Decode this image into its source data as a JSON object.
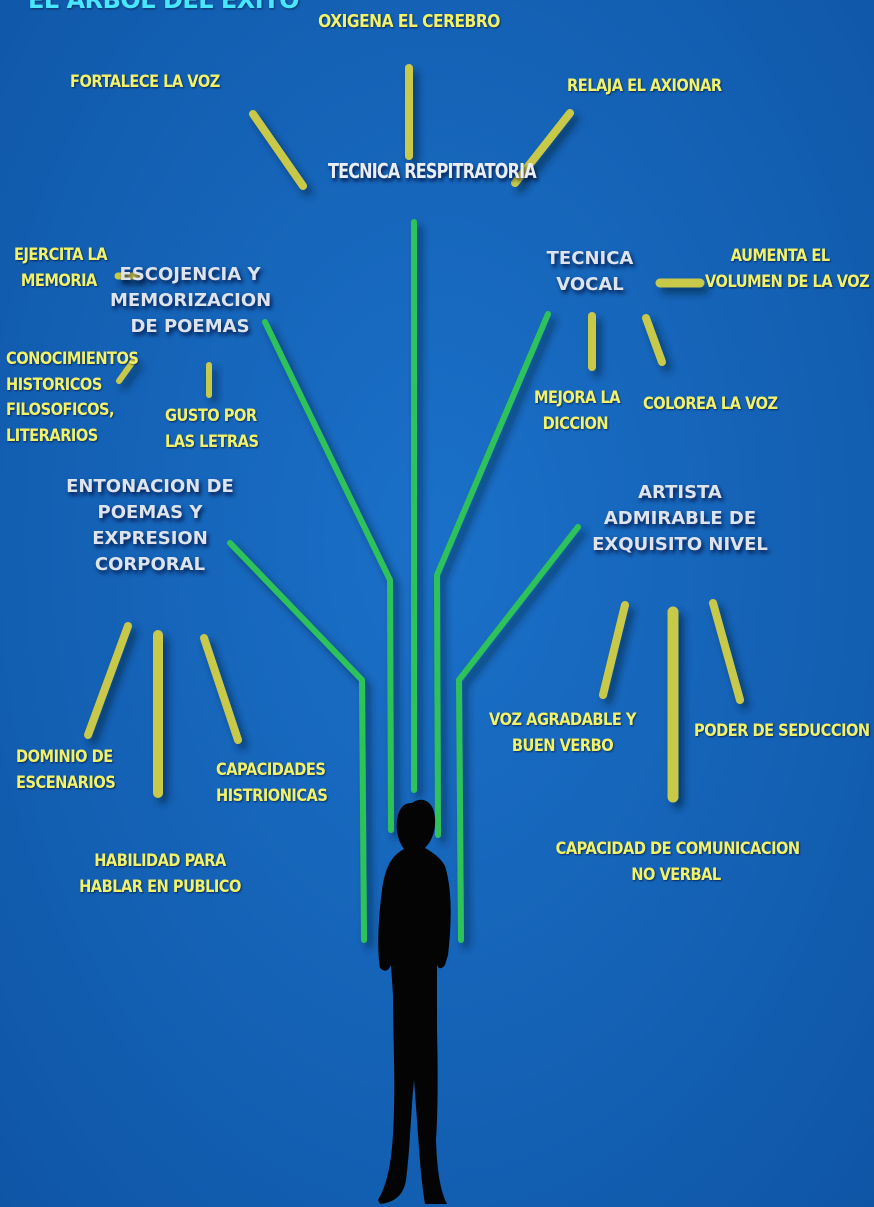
{
  "title": "EL ARBOL DEL EXITO",
  "colors": {
    "background": "#1462b6",
    "branch": "#2fc25a",
    "twig": "#c9c94a",
    "label": "#f2f26a",
    "header": "#dde4ee",
    "title": "#48e6ff"
  },
  "root": {
    "label": "TECNICA RESPITRATORIA",
    "benefits": [
      "OXIGENA EL CEREBRO",
      "FORTALECE LA VOZ",
      "RELAJA EL AXIONAR"
    ]
  },
  "branches": [
    {
      "header": [
        "ESCOJENCIA Y",
        "MEMORIZACION",
        "DE POEMAS"
      ],
      "benefits": [
        [
          "EJERCITA LA",
          "MEMORIA"
        ],
        [
          "CONOCIMIENTOS",
          "HISTORICOS",
          "FILOSOFICOS,",
          "LITERARIOS"
        ],
        [
          "GUSTO POR",
          "LAS LETRAS"
        ]
      ]
    },
    {
      "header": [
        "TECNICA",
        "VOCAL"
      ],
      "benefits": [
        [
          "AUMENTA EL",
          "VOLUMEN DE LA VOZ"
        ],
        [
          "MEJORA LA",
          "DICCION"
        ],
        [
          "COLOREA LA VOZ"
        ]
      ]
    },
    {
      "header": [
        "ENTONACION DE",
        "POEMAS Y",
        "EXPRESION",
        "CORPORAL"
      ],
      "benefits": [
        [
          "DOMINIO DE",
          "ESCENARIOS"
        ],
        [
          "HABILIDAD PARA",
          "HABLAR EN PUBLICO"
        ],
        [
          "CAPACIDADES",
          "HISTRIONICAS"
        ]
      ]
    },
    {
      "header": [
        "ARTISTA",
        "ADMIRABLE DE",
        "EXQUISITO NIVEL"
      ],
      "benefits": [
        [
          "VOZ AGRADABLE Y",
          "BUEN VERBO"
        ],
        [
          "CAPACIDAD DE COMUNICACION",
          "NO VERBAL"
        ],
        [
          "PODER DE SEDUCCION"
        ]
      ]
    }
  ]
}
